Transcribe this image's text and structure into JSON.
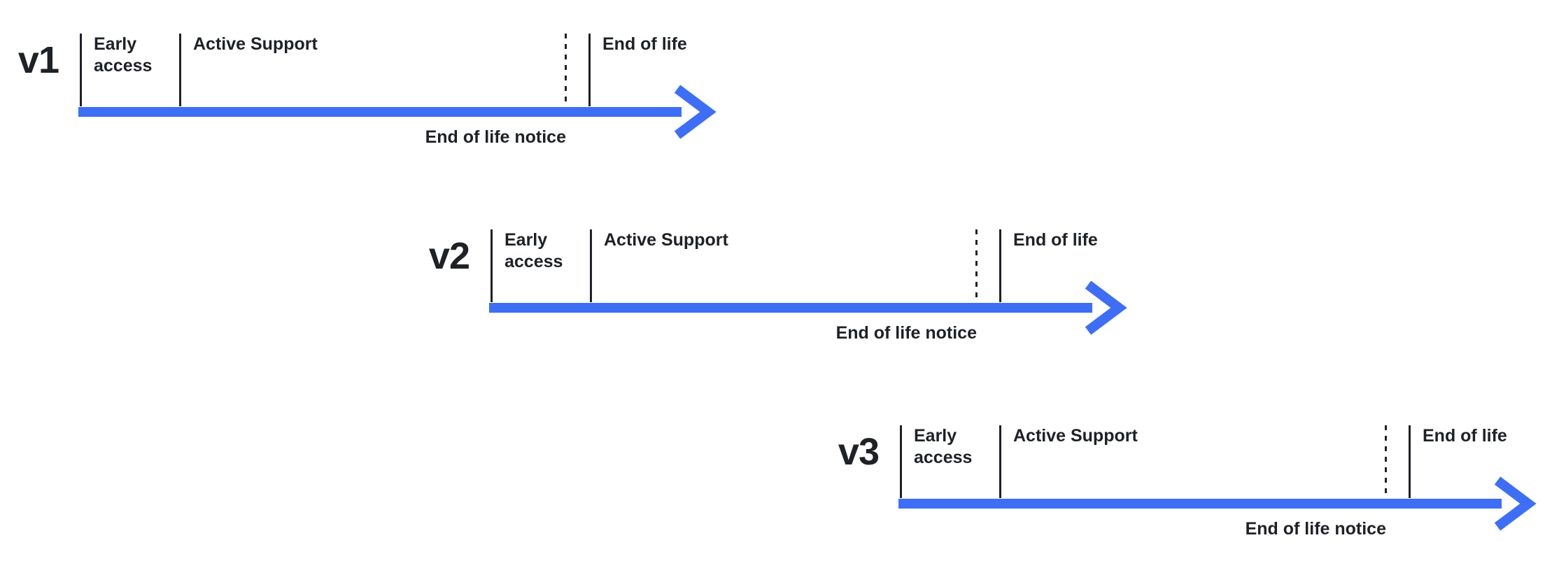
{
  "diagram": {
    "type": "version-lifecycle-timelines",
    "background": "#FFFFFF",
    "colors": {
      "arrow_blue": "#3D6EF5",
      "line_black": "#1E2126",
      "text": "#1E2126"
    },
    "timelines": [
      {
        "version": "v1",
        "early_access_label": "Early access",
        "active_support_label": "Active Support",
        "end_of_life_label": "End of life",
        "end_of_life_notice_label": "End of life notice"
      },
      {
        "version": "v2",
        "early_access_label": "Early access",
        "active_support_label": "Active Support",
        "end_of_life_label": "End of life",
        "end_of_life_notice_label": "End of life notice"
      },
      {
        "version": "v3",
        "early_access_label": "Early access",
        "active_support_label": "Active Support",
        "end_of_life_label": "End of life",
        "end_of_life_notice_label": "End of life notice"
      }
    ]
  }
}
